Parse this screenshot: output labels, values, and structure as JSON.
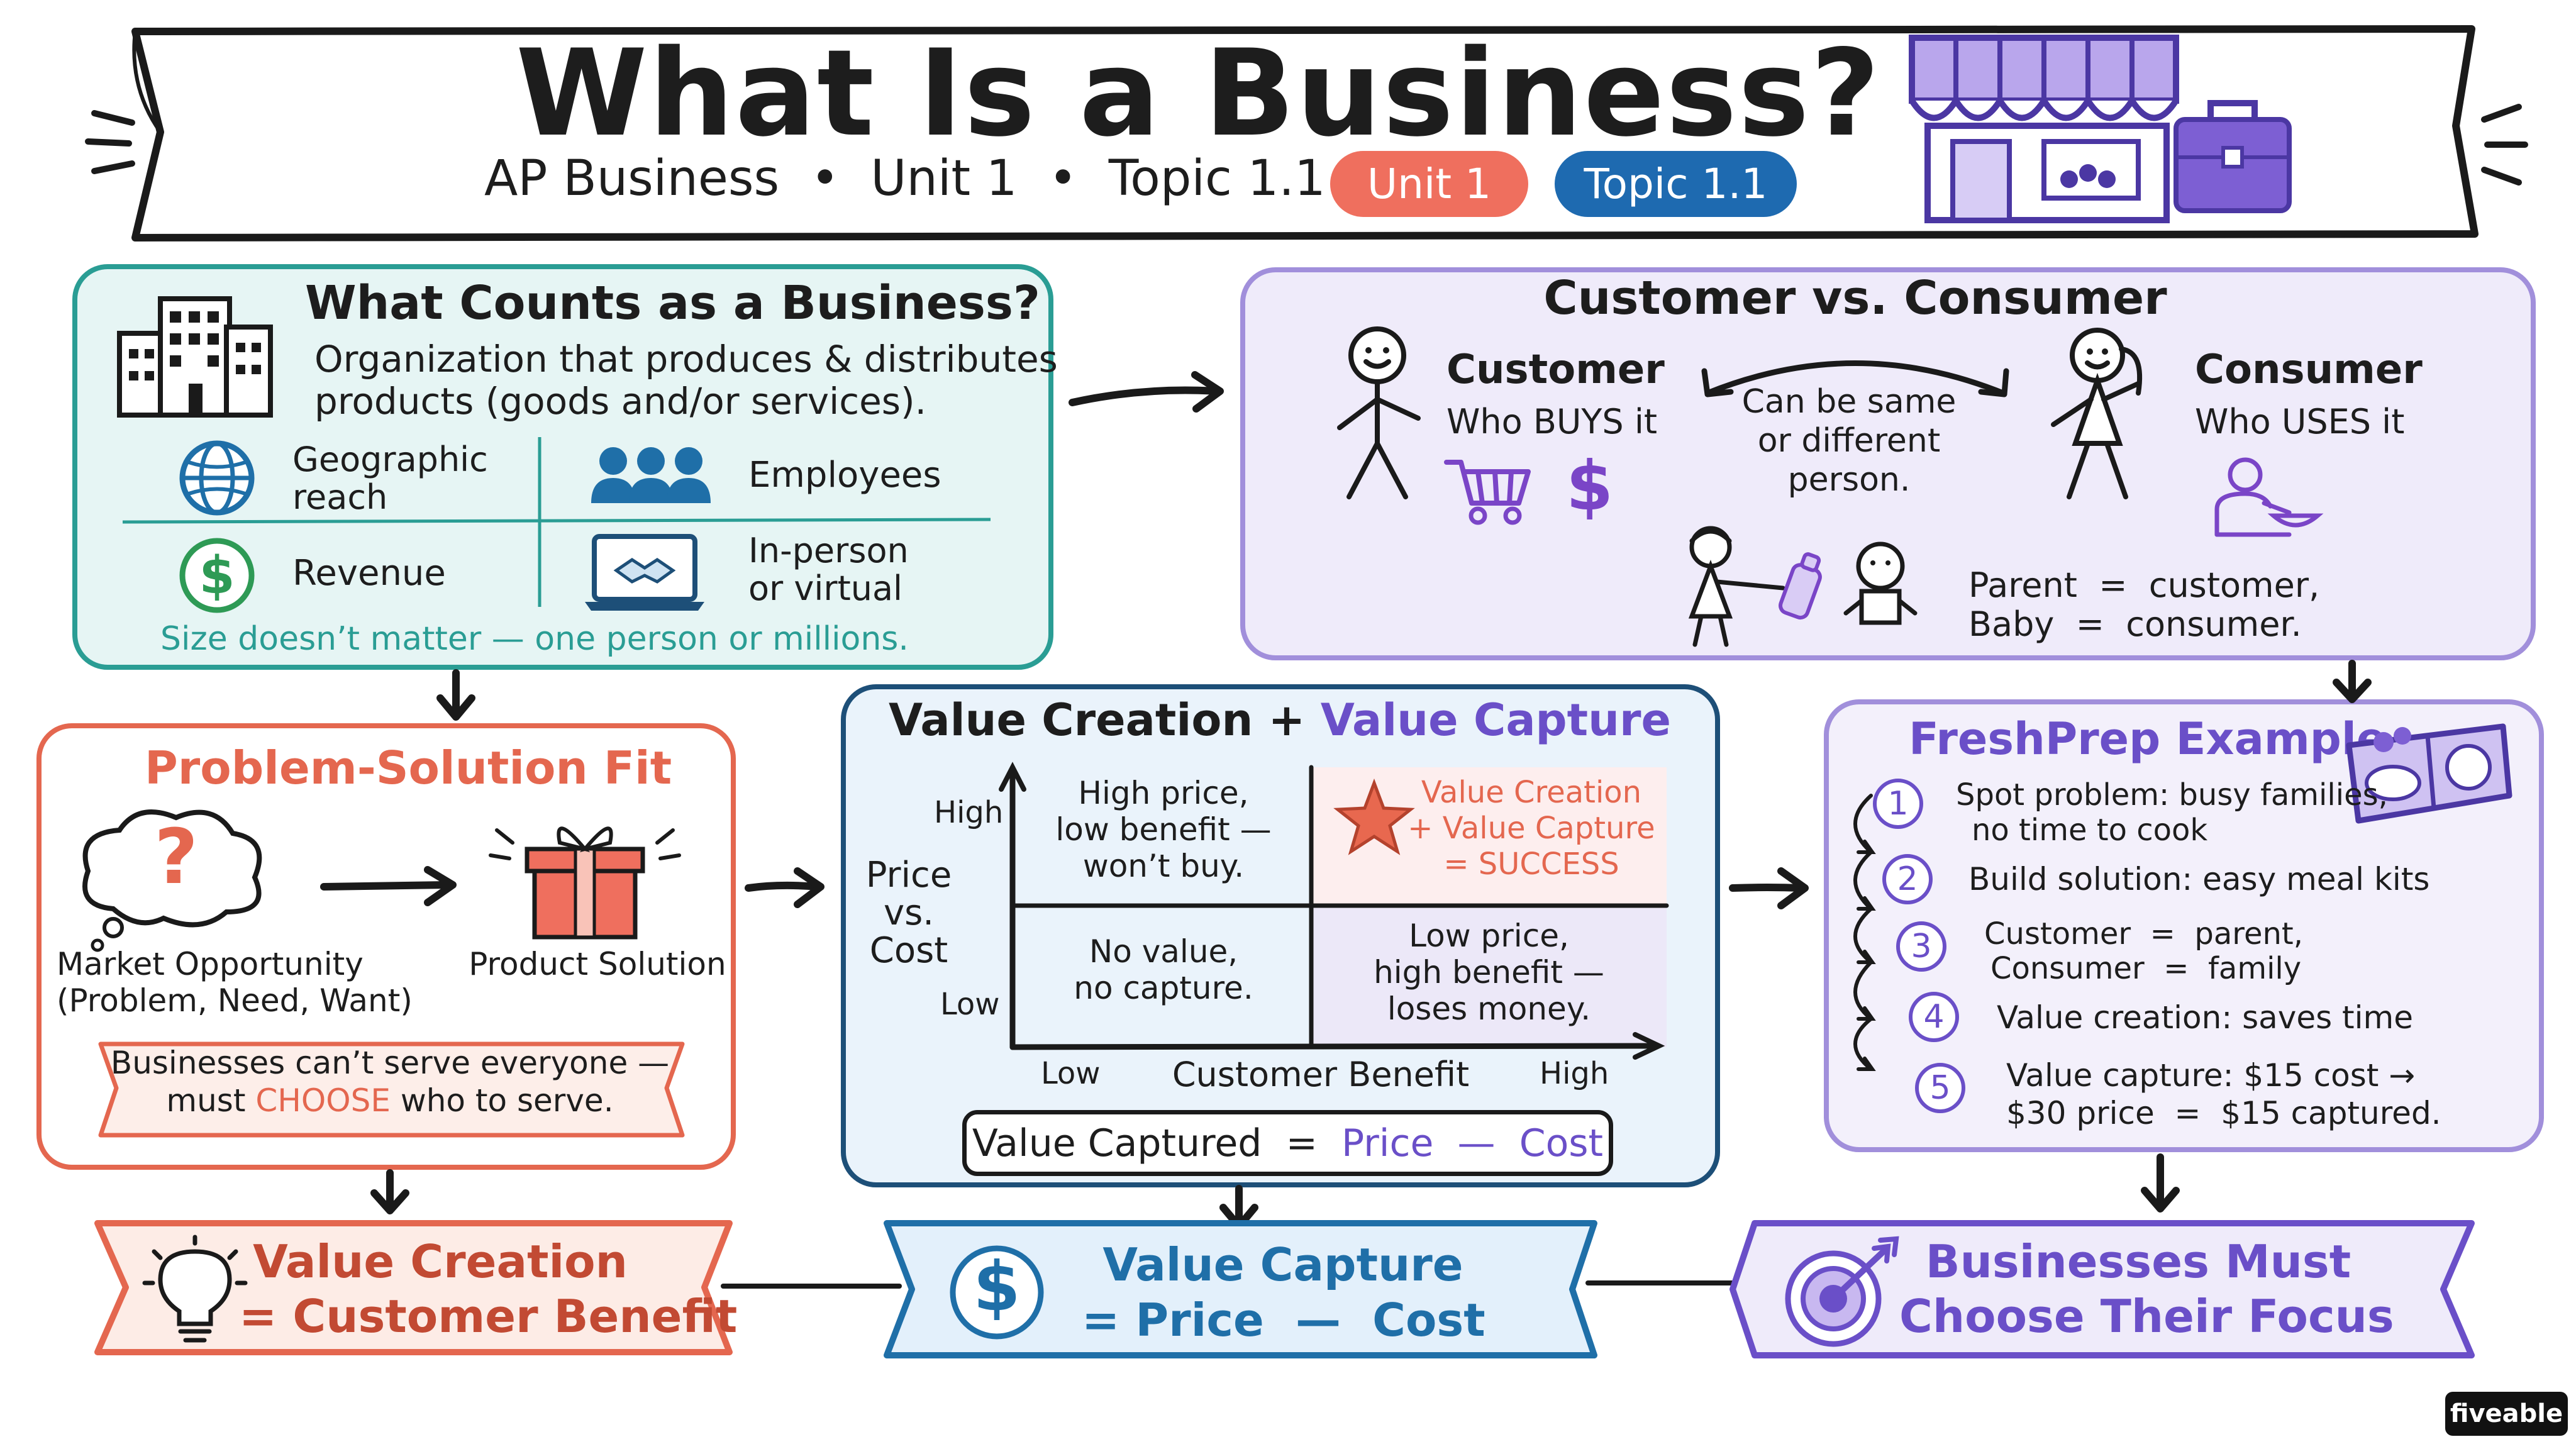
{
  "header": {
    "title": "What Is a Business?",
    "subtitle": "AP Business  •  Unit 1  •  Topic 1.1",
    "badge_unit": "Unit 1",
    "badge_topic": "Topic 1.1"
  },
  "what_counts": {
    "title": "What Counts as a Business?",
    "definition_line1": "Organization that produces & distributes",
    "definition_line2": "products (goods and/or services).",
    "items": [
      {
        "icon": "globe-icon",
        "label_line1": "Geographic",
        "label_line2": "reach"
      },
      {
        "icon": "people-icon",
        "label_line1": "Employees",
        "label_line2": ""
      },
      {
        "icon": "dollar-icon",
        "label_line1": "Revenue",
        "label_line2": ""
      },
      {
        "icon": "laptop-handshake-icon",
        "label_line1": "In-person",
        "label_line2": "or virtual"
      }
    ],
    "note": "Size doesn’t matter — one person or millions."
  },
  "customer_consumer": {
    "title": "Customer vs. Consumer",
    "customer_label": "Customer",
    "customer_desc": "Who BUYS it",
    "consumer_label": "Consumer",
    "consumer_desc": "Who USES it",
    "middle_line1": "Can be same",
    "middle_line2": "or different",
    "middle_line3": "person.",
    "example_line1": "Parent  =  customer,",
    "example_line2": "Baby  =  consumer.",
    "dollar_symbol": "$"
  },
  "problem_solution": {
    "title": "Problem-Solution Fit",
    "question_mark": "?",
    "opportunity_line1": "Market Opportunity",
    "opportunity_line2": "(Problem, Need, Want)",
    "solution_label": "Product Solution",
    "note_line1": "Businesses can’t serve everyone —",
    "note_pre": "must ",
    "note_highlight": "CHOOSE",
    "note_post": " who to serve."
  },
  "value_matrix": {
    "title_part1": "Value Creation",
    "title_plus": "+",
    "title_part2": "Value Capture",
    "y_axis_label_line1": "Price",
    "y_axis_label_line2": "vs.",
    "y_axis_label_line3": "Cost",
    "y_high": "High",
    "y_low": "Low",
    "x_axis_label": "Customer Benefit",
    "x_low": "Low",
    "x_high": "High",
    "q_top_left": [
      "High price,",
      "low benefit —",
      "won’t buy."
    ],
    "q_top_right": [
      "Value Creation",
      "+ Value Capture",
      "= SUCCESS"
    ],
    "q_bottom_left": [
      "No value,",
      "no capture."
    ],
    "q_bottom_right": [
      "Low price,",
      "high benefit —",
      "loses money."
    ],
    "formula_lhs": "Value Captured",
    "formula_eq": "=",
    "formula_price": "Price",
    "formula_minus": "—",
    "formula_cost": "Cost"
  },
  "freshprep": {
    "title": "FreshPrep Example",
    "steps": [
      {
        "n": "1",
        "line1": "Spot problem: busy families,",
        "line2": "no time to cook"
      },
      {
        "n": "2",
        "line1": "Build solution: easy meal kits",
        "line2": ""
      },
      {
        "n": "3",
        "line1": "Customer  =  parent,",
        "line2": "Consumer  =  family"
      },
      {
        "n": "4",
        "line1": "Value creation: saves time",
        "line2": ""
      },
      {
        "n": "5",
        "line1": "Value capture: $15 cost →",
        "line2": "$30 price  =  $15 captured."
      }
    ]
  },
  "banners": {
    "creation_line1": "Value Creation",
    "creation_line2": "= Customer Benefit",
    "capture_line1": "Value Capture",
    "capture_line2": "= Price  —  Cost",
    "capture_symbol": "$",
    "focus_line1": "Businesses Must",
    "focus_line2": "Choose Their Focus"
  },
  "brand": "fiveable",
  "colors": {
    "teal": "#2a9d94",
    "purple": "#6a4fc8",
    "coral": "#e4674f",
    "blue": "#1f6fa8",
    "navy": "#1d4f78",
    "badge_unit": "#ef6f5e",
    "badge_topic": "#1e6ab0"
  }
}
